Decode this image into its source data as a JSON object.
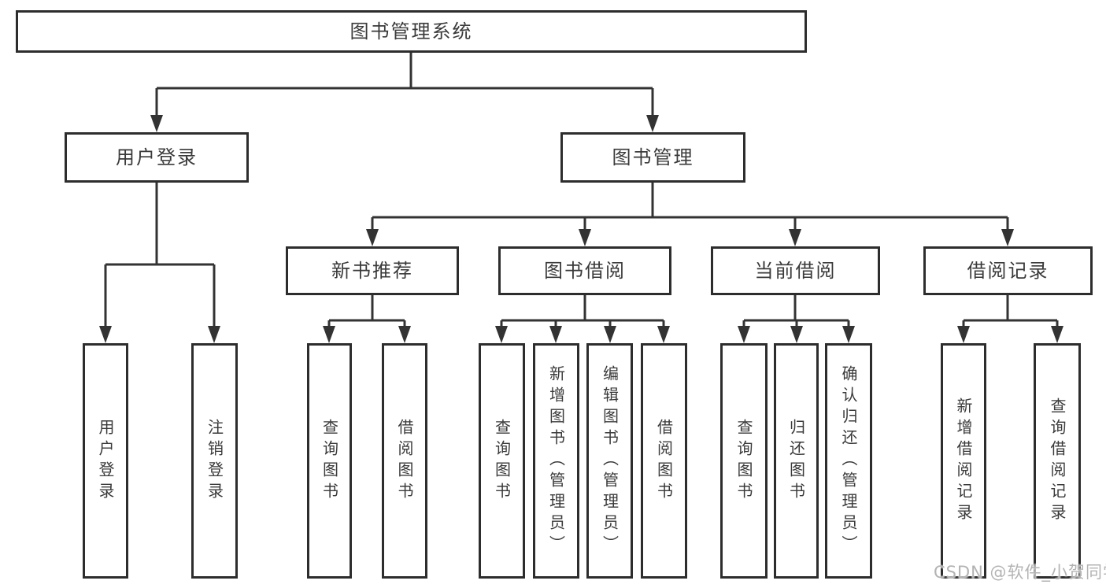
{
  "diagram": {
    "root": {
      "label": "图书管理系统"
    },
    "branches": [
      {
        "label": "用户登录",
        "leaves": [
          "用户登录",
          "注销登录"
        ]
      },
      {
        "label": "图书管理",
        "sections": [
          {
            "label": "新书推荐",
            "leaves": [
              "查询图书",
              "借阅图书"
            ]
          },
          {
            "label": "图书借阅",
            "leaves": [
              "查询图书",
              "新增图书（管理员）",
              "编辑图书（管理员）",
              "借阅图书"
            ]
          },
          {
            "label": "当前借阅",
            "leaves": [
              "查询图书",
              "归还图书",
              "确认归还（管理员）"
            ]
          },
          {
            "label": "借阅记录",
            "leaves": [
              "新增借阅记录",
              "查询借阅记录"
            ]
          }
        ]
      }
    ],
    "watermark": {
      "text": "CSDN @软件_小贺同学",
      "color": "#b3b3b3"
    },
    "colors": {
      "background": "#ffffff",
      "line": "#333333",
      "box_border": "#2d2d2d",
      "text": "#3a3a3a"
    }
  }
}
